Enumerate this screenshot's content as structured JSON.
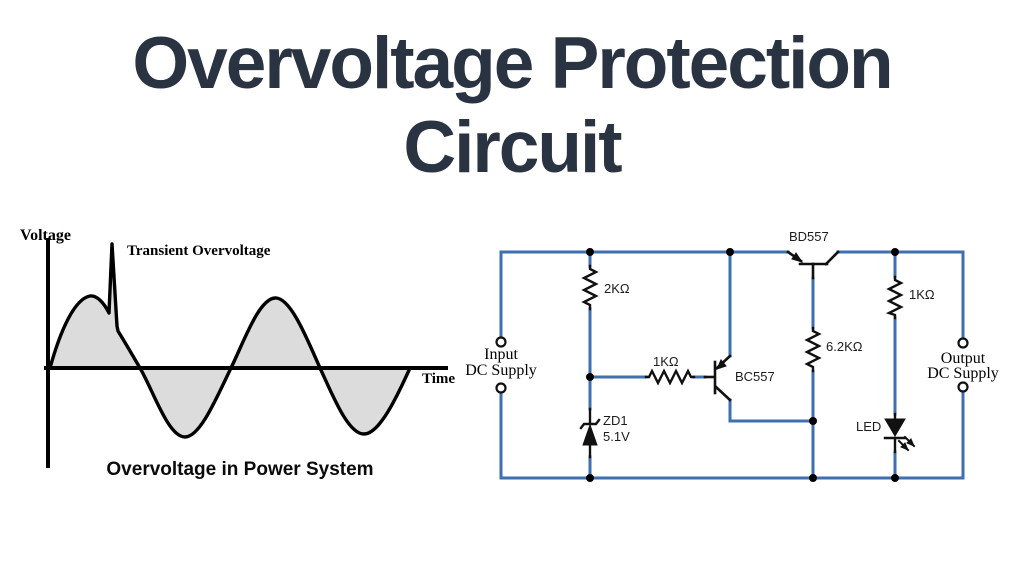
{
  "title": {
    "line1": "Overvoltage Protection",
    "line2": "Circuit"
  },
  "waveform_figure": {
    "y_axis_label": "Voltage",
    "x_axis_label": "Time",
    "annotation": "Transient Overvoltage",
    "caption": "Overvoltage in Power System",
    "description": "AC sine wave with a narrow transient overvoltage spike on the first positive half-cycle"
  },
  "circuit": {
    "input_terminal": {
      "line1": "Input",
      "line2": "DC Supply"
    },
    "output_terminal": {
      "line1": "Output",
      "line2": "DC Supply"
    },
    "resistor_r1": "2KΩ",
    "resistor_r2": "1KΩ",
    "resistor_r3": "6.2KΩ",
    "resistor_r4": "1KΩ",
    "transistor_q1": "BC557",
    "transistor_q2": "BD557",
    "zener_name": "ZD1",
    "zener_voltage": "5.1V",
    "led_label": "LED"
  },
  "colors": {
    "wire_blue": "#3e6fb0",
    "title_color": "#2a3342",
    "wave_fill": "#dcdcdc",
    "component_black": "#111111"
  }
}
